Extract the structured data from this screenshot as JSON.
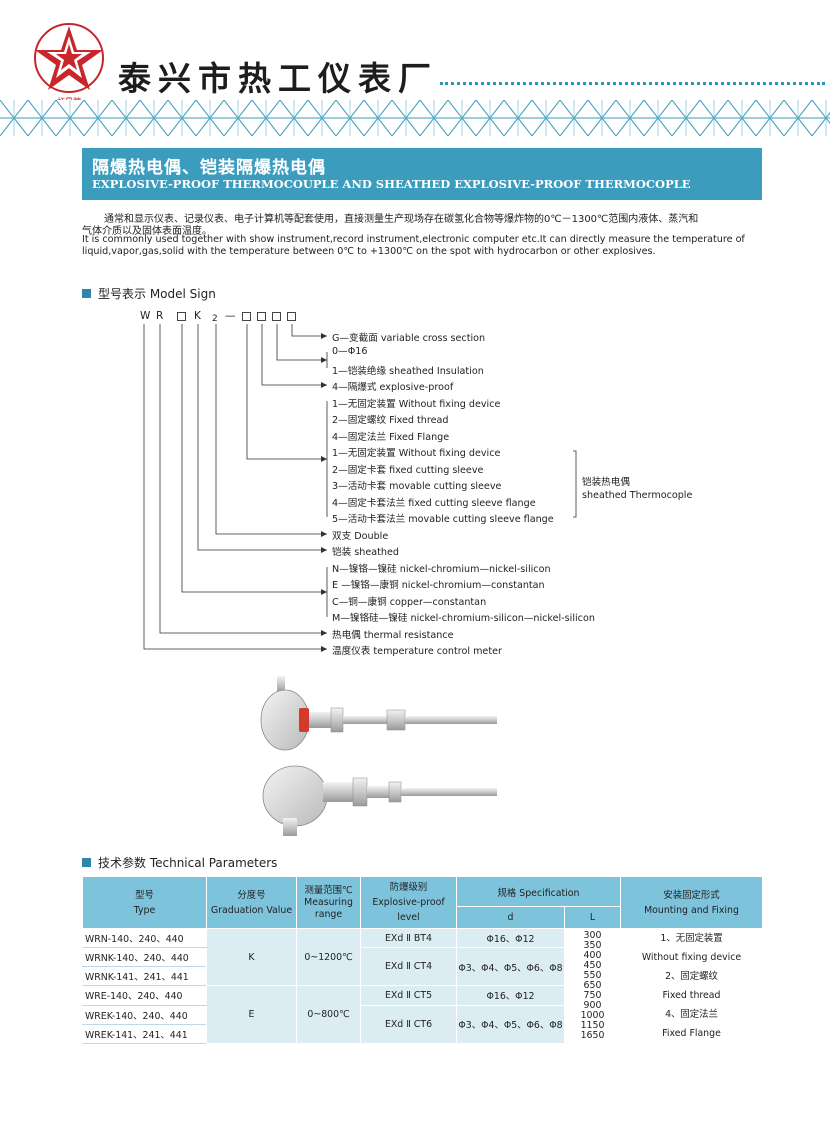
{
  "header": {
    "company_name": "泰兴市热工仪表厂",
    "brand_text": "虹星牌",
    "accent_color": "#3b9cbe"
  },
  "title": {
    "cn": "隔爆热电偶、铠装隔爆热电偶",
    "en": "EXPLOSIVE-PROOF THERMOCOUPLE AND SHEATHED EXPLOSIVE-PROOF THERMOCOPLE"
  },
  "intro": {
    "cn_line1": "通常和显示仪表、记录仪表、电子计算机等配套使用，直接测量生产现场存在碳氢化合物等爆炸物的0℃－1300℃范围内液体、蒸汽和",
    "cn_line2": "气体介质以及固体表面温度。",
    "en_line1": "It is commonly used together with show instrument,record instrument,electronic computer etc.It can directly measure the temperature of",
    "en_line2": "liquid,vapor,gas,solid with the temperature between 0℃ to +1300℃ on the spot with hydrocarbon or other explosives."
  },
  "model_sign": {
    "heading": "型号表示 Model Sign",
    "chars": {
      "w": "W",
      "r": "R",
      "k": "K",
      "sub": "2",
      "dash": "—"
    },
    "options": [
      "G—变截面 variable cross section",
      "0—Φ16",
      "1—铠装绝缘 sheathed Insulation",
      "4—隔爆式 explosive-proof",
      "1—无固定装置 Without fixing device",
      "2—固定螺纹 Fixed thread",
      "4—固定法兰 Fixed Flange",
      "1—无固定装置 Without fixing device",
      "2—固定卡套 fixed cutting sleeve",
      "3—活动卡套 movable cutting sleeve",
      "4—固定卡套法兰 fixed cutting sleeve flange",
      "5—活动卡套法兰 movable cutting sleeve flange",
      "双支 Double",
      "铠装 sheathed",
      "N—镍铬—镍硅 nickel-chromium—nickel-silicon",
      "E —镍铬—康铜 nickel-chromium—constantan",
      "C—铜—康铜 copper—constantan",
      "M—镍铬硅—镍硅 nickel-chromium-silicon—nickel-silicon",
      "热电偶 thermal resistance",
      "温度仪表 temperature control meter"
    ],
    "bracket_label_cn": "铠装热电偶",
    "bracket_label_en": "sheathed Thermocople"
  },
  "tech": {
    "heading": "技术参数 Technical Parameters",
    "headers": {
      "type_cn": "型号",
      "type_en": "Type",
      "grad_cn": "分度号",
      "grad_en": "Graduation Value",
      "range_cn": "测量范围℃",
      "range_en1": "Measuring",
      "range_en2": "range",
      "exp_cn": "防爆级别",
      "exp_en": "Explosive-proof level",
      "spec": "规格  Specification",
      "d": "d",
      "l": "L",
      "mount_cn": "安装固定形式",
      "mount_en": "Mounting and Fixing"
    },
    "types": [
      "WRN-140、240、440",
      "WRNK-140、240、440",
      "WRNK-141、241、441",
      "WRE-140、240、440",
      "WREK-140、240、440",
      "WREK-141、241、441"
    ],
    "grad": [
      "K",
      "E"
    ],
    "range": [
      "0~1200℃",
      "0~800℃"
    ],
    "explosive": [
      "EXd Ⅱ BT4",
      "EXd Ⅱ CT4",
      "EXd Ⅱ CT5",
      "EXd Ⅱ CT6"
    ],
    "d": [
      "Φ16、Φ12",
      "Φ3、Φ4、Φ5、Φ6、Φ8",
      "Φ16、Φ12",
      "Φ3、Φ4、Φ5、Φ6、Φ8"
    ],
    "l": [
      "300",
      "350",
      "400",
      "450",
      "550",
      "650",
      "750",
      "900",
      "1000",
      "1150",
      "1650"
    ],
    "mount": [
      "1、无固定装置",
      "Without fixing device",
      "2、固定螺纹",
      "Fixed thread",
      "4、固定法兰",
      "Fixed Flange"
    ]
  }
}
